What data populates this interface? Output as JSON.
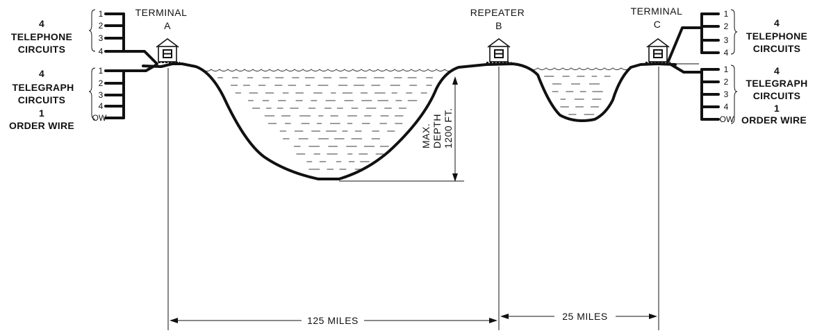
{
  "terminal_a": {
    "title": "TERMINAL",
    "letter": "A"
  },
  "repeater_b": {
    "title": "REPEATER",
    "letter": "B"
  },
  "terminal_c": {
    "title": "TERMINAL",
    "letter": "C"
  },
  "left_panel": {
    "telephone_count": "4",
    "telephone_label": "TELEPHONE",
    "telephone_circuits": "CIRCUITS",
    "telephone_numbers": [
      "1",
      "2",
      "3",
      "4"
    ],
    "telegraph_count": "4",
    "telegraph_label": "TELEGRAPH",
    "telegraph_circuits": "CIRCUITS",
    "order_count": "1",
    "order_wire": "ORDER WIRE",
    "telegraph_numbers": [
      "1",
      "2",
      "3",
      "4",
      "OW"
    ]
  },
  "right_panel": {
    "telephone_count": "4",
    "telephone_label": "TELEPHONE",
    "telephone_circuits": "CIRCUITS",
    "telephone_numbers": [
      "1",
      "2",
      "3",
      "4"
    ],
    "telegraph_count": "4",
    "telegraph_label": "TELEGRAPH",
    "telegraph_circuits": "CIRCUITS",
    "order_count": "1",
    "order_wire": "ORDER WIRE",
    "telegraph_numbers": [
      "1",
      "2",
      "3",
      "4",
      "OW"
    ]
  },
  "depth": {
    "line1": "MAX.",
    "line2": "DEPTH",
    "line3": "1200 FT."
  },
  "distances": {
    "ab": "125 MILES",
    "bc": "25 MILES"
  },
  "icons": {
    "building": "station-house-icon",
    "arrow": "dimension-arrow-icon"
  }
}
